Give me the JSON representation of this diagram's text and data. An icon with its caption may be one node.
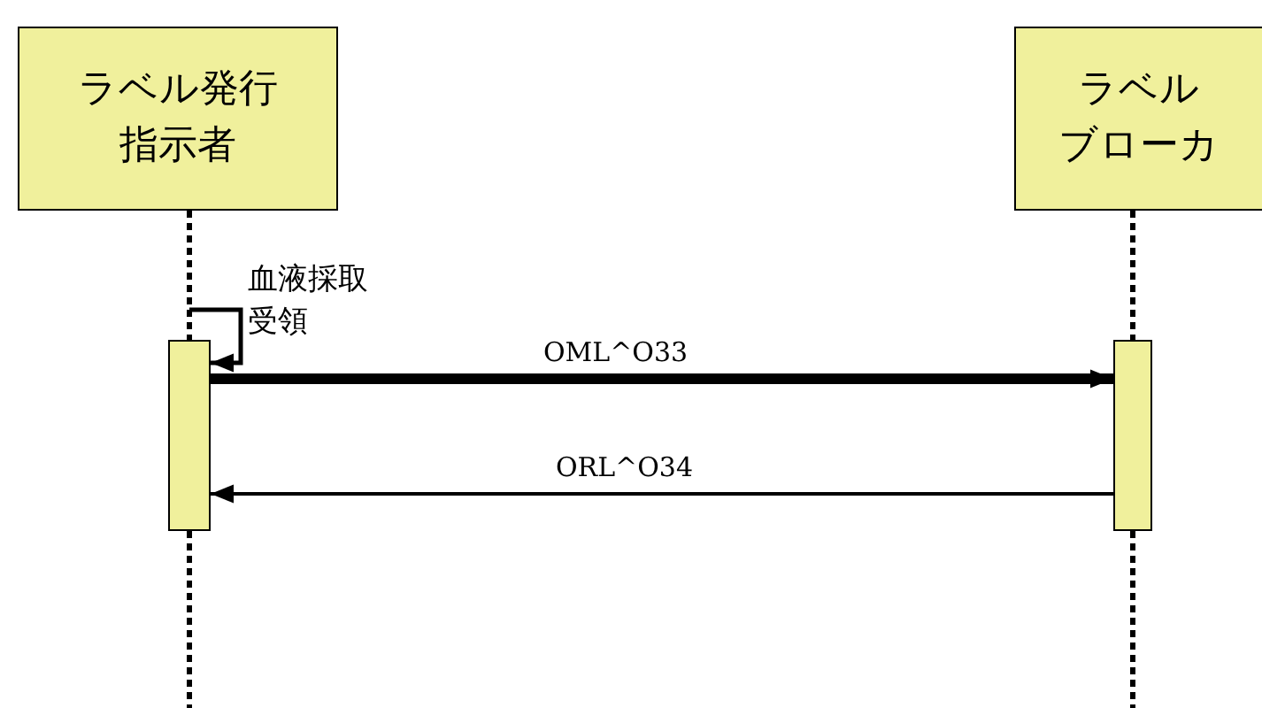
{
  "diagram": {
    "nodes": [
      {
        "text": [
          "ラベル発行指示者"
        ]
      },
      {
        "text": [
          "ラベルブローカ"
        ]
      },
      {
        "text": [],
        "shape": "bar"
      },
      {
        "text": [],
        "shape": "bar"
      }
    ],
    "edges": [
      {
        "from": 0,
        "to": 2,
        "arrow": "none",
        "style": "dashed"
      },
      {
        "from": 1,
        "to": 3,
        "arrow": "none",
        "style": "dashed"
      },
      {
        "from": 2,
        "to": null,
        "arrow": "none",
        "style": "dashed"
      },
      {
        "from": 3,
        "to": null,
        "arrow": "none",
        "style": "dashed"
      },
      {
        "from": 2,
        "to": 2,
        "arrow": "to",
        "label": "血液採取受領"
      },
      {
        "from": 2,
        "to": 3,
        "arrow": "to",
        "label": "OML^O33",
        "style": "thick"
      },
      {
        "from": 3,
        "to": 2,
        "arrow": "to",
        "label": "ORL^O34"
      }
    ]
  }
}
